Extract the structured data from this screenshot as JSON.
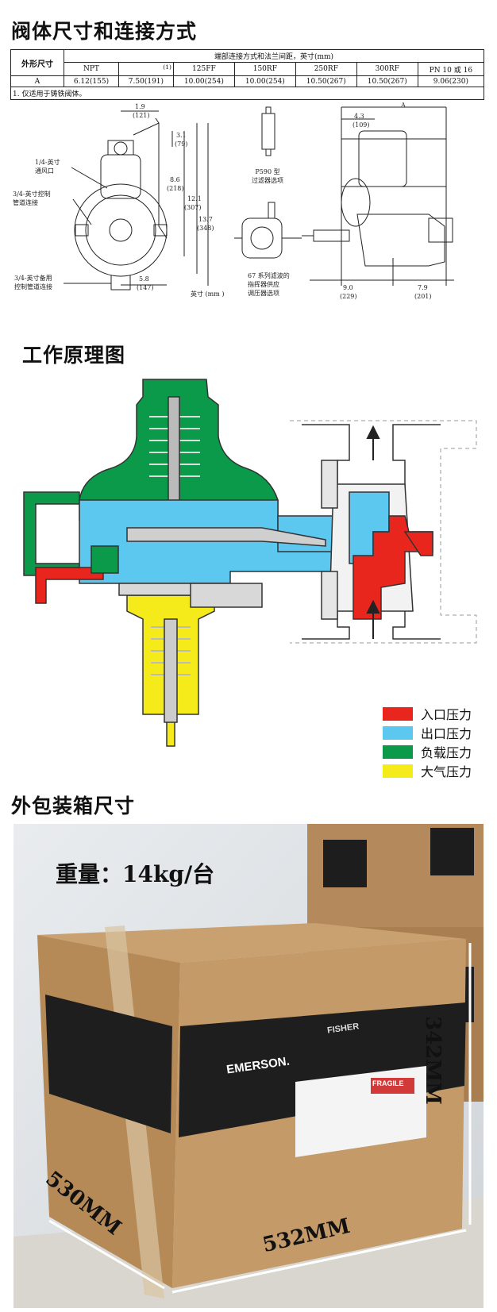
{
  "sections": {
    "dimensions_title": "阀体尺寸和连接方式",
    "principle_title": "工作原理图",
    "packing_title": "外包装箱尺寸"
  },
  "table": {
    "row_header": "外形尺寸",
    "group_header": "端部连接方式和法兰间距，英寸(mm)",
    "columns": [
      "NPT",
      "(1)",
      "125FF",
      "150RF",
      "250RF",
      "300RF",
      "PN 10 或 16"
    ],
    "row_label": "A",
    "values": [
      "6.12(155)",
      "7.50(191)",
      "10.00(254)",
      "10.00(254)",
      "10.50(267)",
      "10.50(267)",
      "9.06(230)"
    ],
    "note": "1.   仅适用于铸铁阀体。"
  },
  "drawing_labels": {
    "vent": "1/4-英寸\n通风口",
    "control_pipe": "3/4-英寸控制\n管道连接",
    "spare_pipe": "3/4-英寸备用\n控制管道连接",
    "d1": "1.9",
    "d1mm": "(121)",
    "d2": "3.1",
    "d2mm": "(79)",
    "d3": "8.6",
    "d3mm": "(218)",
    "d4": "12.1",
    "d4mm": "(307)",
    "d5": "13.7",
    "d5mm": "(348)",
    "d6": "5.8",
    "d6mm": "(147)",
    "unit": "英寸 (mm )",
    "p590": "P590 型\n过滤器选项",
    "pilot": "67 系列滤波的\n指挥器供应\n调压器选项",
    "e1": "4.3",
    "e1mm": "(109)",
    "eA": "A",
    "e2": "9.0",
    "e2mm": "(229)",
    "e3": "7.9",
    "e3mm": "(201)"
  },
  "legend": [
    {
      "label": "入口压力",
      "color": "#e8261e"
    },
    {
      "label": "出口压力",
      "color": "#5cc8f0"
    },
    {
      "label": "负载压力",
      "color": "#0a9a4a"
    },
    {
      "label": "大气压力",
      "color": "#f5ea1a"
    }
  ],
  "packing": {
    "weight": "重量：14kg/台",
    "dim_depth": "530MM",
    "dim_width": "532MM",
    "dim_height": "342MM",
    "brand_emerson": "EMERSON.",
    "brand_fisher": "FISHER",
    "fragile": "FRAGILE"
  }
}
